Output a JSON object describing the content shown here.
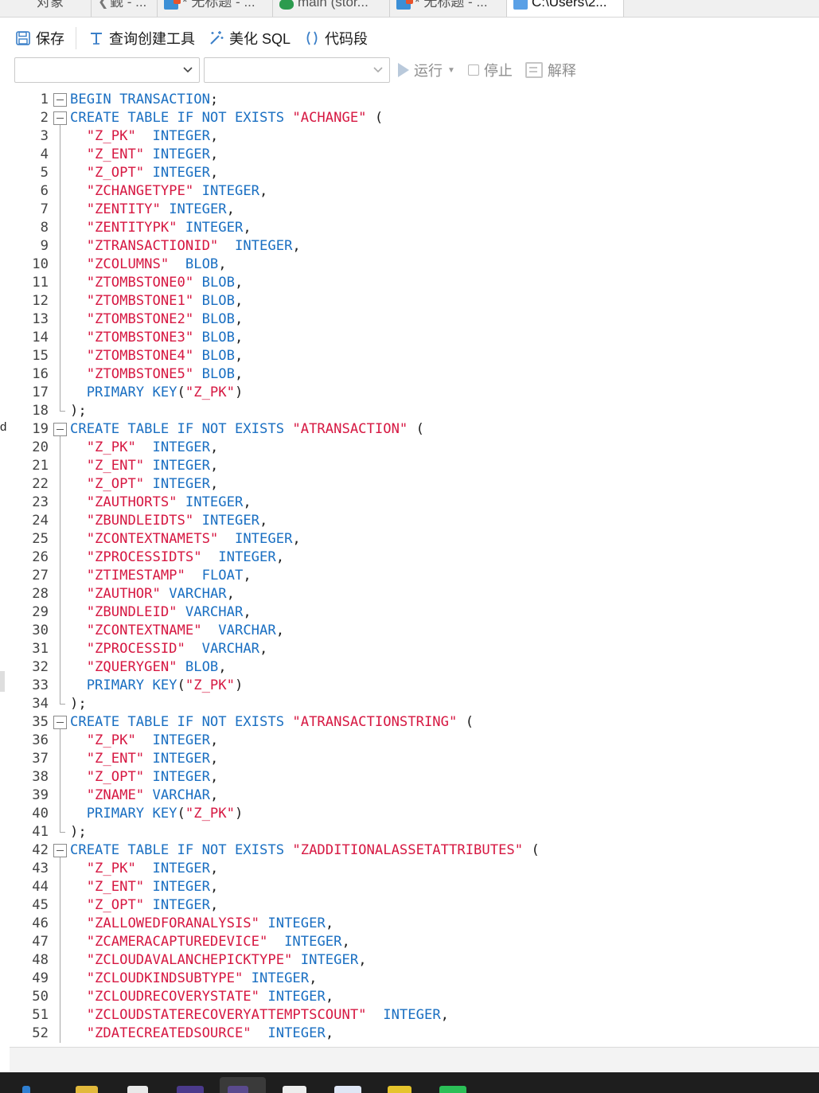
{
  "tabs": [
    {
      "label": "对象",
      "icon": "none",
      "active": false
    },
    {
      "label": "觐 - ...",
      "icon": "back-icon",
      "active": false
    },
    {
      "label": "* 无标题 - ...",
      "icon": "table-icon",
      "active": false
    },
    {
      "label": "main (stor...",
      "icon": "database-icon",
      "active": false
    },
    {
      "label": "* 无标题 - ...",
      "icon": "table-icon",
      "active": false
    },
    {
      "label": "C:\\Users\\2...",
      "icon": "file-icon",
      "active": true
    }
  ],
  "toolbar": {
    "save": "保存",
    "query_builder": "查询创建工具",
    "beautify": "美化 SQL",
    "snippet": "代码段"
  },
  "selectors": {
    "connection_value": "",
    "database_value": ""
  },
  "runbar": {
    "run": "运行",
    "stop": "停止",
    "explain": "解释"
  },
  "colors": {
    "keyword": "#1a6fc2",
    "string": "#d61842",
    "punctuation": "#1f1f1f",
    "line_number": "#444444"
  },
  "edge": {
    "letter": "d"
  },
  "code": [
    {
      "n": "1",
      "fold": "start",
      "t": [
        [
          "kw",
          "BEGIN TRANSACTION"
        ],
        [
          "pun",
          ";"
        ]
      ]
    },
    {
      "n": "2",
      "fold": "start",
      "t": [
        [
          "kw",
          "CREATE TABLE IF NOT EXISTS "
        ],
        [
          "str",
          "\"ACHANGE\""
        ],
        [
          "pun",
          " ("
        ]
      ]
    },
    {
      "n": "3",
      "fold": "line",
      "t": [
        [
          "pun",
          "  "
        ],
        [
          "str",
          "\"Z_PK\""
        ],
        [
          "pun",
          "  "
        ],
        [
          "kw",
          "INTEGER"
        ],
        [
          "pun",
          ","
        ]
      ]
    },
    {
      "n": "4",
      "fold": "line",
      "t": [
        [
          "pun",
          "  "
        ],
        [
          "str",
          "\"Z_ENT\""
        ],
        [
          "pun",
          " "
        ],
        [
          "kw",
          "INTEGER"
        ],
        [
          "pun",
          ","
        ]
      ]
    },
    {
      "n": "5",
      "fold": "line",
      "t": [
        [
          "pun",
          "  "
        ],
        [
          "str",
          "\"Z_OPT\""
        ],
        [
          "pun",
          " "
        ],
        [
          "kw",
          "INTEGER"
        ],
        [
          "pun",
          ","
        ]
      ]
    },
    {
      "n": "6",
      "fold": "line",
      "t": [
        [
          "pun",
          "  "
        ],
        [
          "str",
          "\"ZCHANGETYPE\""
        ],
        [
          "pun",
          " "
        ],
        [
          "kw",
          "INTEGER"
        ],
        [
          "pun",
          ","
        ]
      ]
    },
    {
      "n": "7",
      "fold": "line",
      "t": [
        [
          "pun",
          "  "
        ],
        [
          "str",
          "\"ZENTITY\""
        ],
        [
          "pun",
          " "
        ],
        [
          "kw",
          "INTEGER"
        ],
        [
          "pun",
          ","
        ]
      ]
    },
    {
      "n": "8",
      "fold": "line",
      "t": [
        [
          "pun",
          "  "
        ],
        [
          "str",
          "\"ZENTITYPK\""
        ],
        [
          "pun",
          " "
        ],
        [
          "kw",
          "INTEGER"
        ],
        [
          "pun",
          ","
        ]
      ]
    },
    {
      "n": "9",
      "fold": "line",
      "t": [
        [
          "pun",
          "  "
        ],
        [
          "str",
          "\"ZTRANSACTIONID\""
        ],
        [
          "pun",
          "  "
        ],
        [
          "kw",
          "INTEGER"
        ],
        [
          "pun",
          ","
        ]
      ]
    },
    {
      "n": "10",
      "fold": "line",
      "t": [
        [
          "pun",
          "  "
        ],
        [
          "str",
          "\"ZCOLUMNS\""
        ],
        [
          "pun",
          "  "
        ],
        [
          "kw",
          "BLOB"
        ],
        [
          "pun",
          ","
        ]
      ]
    },
    {
      "n": "11",
      "fold": "line",
      "t": [
        [
          "pun",
          "  "
        ],
        [
          "str",
          "\"ZTOMBSTONE0\""
        ],
        [
          "pun",
          " "
        ],
        [
          "kw",
          "BLOB"
        ],
        [
          "pun",
          ","
        ]
      ]
    },
    {
      "n": "12",
      "fold": "line",
      "t": [
        [
          "pun",
          "  "
        ],
        [
          "str",
          "\"ZTOMBSTONE1\""
        ],
        [
          "pun",
          " "
        ],
        [
          "kw",
          "BLOB"
        ],
        [
          "pun",
          ","
        ]
      ]
    },
    {
      "n": "13",
      "fold": "line",
      "t": [
        [
          "pun",
          "  "
        ],
        [
          "str",
          "\"ZTOMBSTONE2\""
        ],
        [
          "pun",
          " "
        ],
        [
          "kw",
          "BLOB"
        ],
        [
          "pun",
          ","
        ]
      ]
    },
    {
      "n": "14",
      "fold": "line",
      "t": [
        [
          "pun",
          "  "
        ],
        [
          "str",
          "\"ZTOMBSTONE3\""
        ],
        [
          "pun",
          " "
        ],
        [
          "kw",
          "BLOB"
        ],
        [
          "pun",
          ","
        ]
      ]
    },
    {
      "n": "15",
      "fold": "line",
      "t": [
        [
          "pun",
          "  "
        ],
        [
          "str",
          "\"ZTOMBSTONE4\""
        ],
        [
          "pun",
          " "
        ],
        [
          "kw",
          "BLOB"
        ],
        [
          "pun",
          ","
        ]
      ]
    },
    {
      "n": "16",
      "fold": "line",
      "t": [
        [
          "pun",
          "  "
        ],
        [
          "str",
          "\"ZTOMBSTONE5\""
        ],
        [
          "pun",
          " "
        ],
        [
          "kw",
          "BLOB"
        ],
        [
          "pun",
          ","
        ]
      ]
    },
    {
      "n": "17",
      "fold": "line",
      "t": [
        [
          "pun",
          "  "
        ],
        [
          "kw",
          "PRIMARY KEY"
        ],
        [
          "pun",
          "("
        ],
        [
          "str",
          "\"Z_PK\""
        ],
        [
          "pun",
          ")"
        ]
      ]
    },
    {
      "n": "18",
      "fold": "end",
      "t": [
        [
          "pun",
          ");"
        ]
      ]
    },
    {
      "n": "19",
      "fold": "start",
      "t": [
        [
          "kw",
          "CREATE TABLE IF NOT EXISTS "
        ],
        [
          "str",
          "\"ATRANSACTION\""
        ],
        [
          "pun",
          " ("
        ]
      ]
    },
    {
      "n": "20",
      "fold": "line",
      "t": [
        [
          "pun",
          "  "
        ],
        [
          "str",
          "\"Z_PK\""
        ],
        [
          "pun",
          "  "
        ],
        [
          "kw",
          "INTEGER"
        ],
        [
          "pun",
          ","
        ]
      ]
    },
    {
      "n": "21",
      "fold": "line",
      "t": [
        [
          "pun",
          "  "
        ],
        [
          "str",
          "\"Z_ENT\""
        ],
        [
          "pun",
          " "
        ],
        [
          "kw",
          "INTEGER"
        ],
        [
          "pun",
          ","
        ]
      ]
    },
    {
      "n": "22",
      "fold": "line",
      "t": [
        [
          "pun",
          "  "
        ],
        [
          "str",
          "\"Z_OPT\""
        ],
        [
          "pun",
          " "
        ],
        [
          "kw",
          "INTEGER"
        ],
        [
          "pun",
          ","
        ]
      ]
    },
    {
      "n": "23",
      "fold": "line",
      "t": [
        [
          "pun",
          "  "
        ],
        [
          "str",
          "\"ZAUTHORTS\""
        ],
        [
          "pun",
          " "
        ],
        [
          "kw",
          "INTEGER"
        ],
        [
          "pun",
          ","
        ]
      ]
    },
    {
      "n": "24",
      "fold": "line",
      "t": [
        [
          "pun",
          "  "
        ],
        [
          "str",
          "\"ZBUNDLEIDTS\""
        ],
        [
          "pun",
          " "
        ],
        [
          "kw",
          "INTEGER"
        ],
        [
          "pun",
          ","
        ]
      ]
    },
    {
      "n": "25",
      "fold": "line",
      "t": [
        [
          "pun",
          "  "
        ],
        [
          "str",
          "\"ZCONTEXTNAMETS\""
        ],
        [
          "pun",
          "  "
        ],
        [
          "kw",
          "INTEGER"
        ],
        [
          "pun",
          ","
        ]
      ]
    },
    {
      "n": "26",
      "fold": "line",
      "t": [
        [
          "pun",
          "  "
        ],
        [
          "str",
          "\"ZPROCESSIDTS\""
        ],
        [
          "pun",
          "  "
        ],
        [
          "kw",
          "INTEGER"
        ],
        [
          "pun",
          ","
        ]
      ]
    },
    {
      "n": "27",
      "fold": "line",
      "t": [
        [
          "pun",
          "  "
        ],
        [
          "str",
          "\"ZTIMESTAMP\""
        ],
        [
          "pun",
          "  "
        ],
        [
          "kw",
          "FLOAT"
        ],
        [
          "pun",
          ","
        ]
      ]
    },
    {
      "n": "28",
      "fold": "line",
      "t": [
        [
          "pun",
          "  "
        ],
        [
          "str",
          "\"ZAUTHOR\""
        ],
        [
          "pun",
          " "
        ],
        [
          "kw",
          "VARCHAR"
        ],
        [
          "pun",
          ","
        ]
      ]
    },
    {
      "n": "29",
      "fold": "line",
      "t": [
        [
          "pun",
          "  "
        ],
        [
          "str",
          "\"ZBUNDLEID\""
        ],
        [
          "pun",
          " "
        ],
        [
          "kw",
          "VARCHAR"
        ],
        [
          "pun",
          ","
        ]
      ]
    },
    {
      "n": "30",
      "fold": "line",
      "t": [
        [
          "pun",
          "  "
        ],
        [
          "str",
          "\"ZCONTEXTNAME\""
        ],
        [
          "pun",
          "  "
        ],
        [
          "kw",
          "VARCHAR"
        ],
        [
          "pun",
          ","
        ]
      ]
    },
    {
      "n": "31",
      "fold": "line",
      "t": [
        [
          "pun",
          "  "
        ],
        [
          "str",
          "\"ZPROCESSID\""
        ],
        [
          "pun",
          "  "
        ],
        [
          "kw",
          "VARCHAR"
        ],
        [
          "pun",
          ","
        ]
      ]
    },
    {
      "n": "32",
      "fold": "line",
      "t": [
        [
          "pun",
          "  "
        ],
        [
          "str",
          "\"ZQUERYGEN\""
        ],
        [
          "pun",
          " "
        ],
        [
          "kw",
          "BLOB"
        ],
        [
          "pun",
          ","
        ]
      ]
    },
    {
      "n": "33",
      "fold": "line",
      "t": [
        [
          "pun",
          "  "
        ],
        [
          "kw",
          "PRIMARY KEY"
        ],
        [
          "pun",
          "("
        ],
        [
          "str",
          "\"Z_PK\""
        ],
        [
          "pun",
          ")"
        ]
      ]
    },
    {
      "n": "34",
      "fold": "end",
      "t": [
        [
          "pun",
          ");"
        ]
      ]
    },
    {
      "n": "35",
      "fold": "start",
      "t": [
        [
          "kw",
          "CREATE TABLE IF NOT EXISTS "
        ],
        [
          "str",
          "\"ATRANSACTIONSTRING\""
        ],
        [
          "pun",
          " ("
        ]
      ]
    },
    {
      "n": "36",
      "fold": "line",
      "t": [
        [
          "pun",
          "  "
        ],
        [
          "str",
          "\"Z_PK\""
        ],
        [
          "pun",
          "  "
        ],
        [
          "kw",
          "INTEGER"
        ],
        [
          "pun",
          ","
        ]
      ]
    },
    {
      "n": "37",
      "fold": "line",
      "t": [
        [
          "pun",
          "  "
        ],
        [
          "str",
          "\"Z_ENT\""
        ],
        [
          "pun",
          " "
        ],
        [
          "kw",
          "INTEGER"
        ],
        [
          "pun",
          ","
        ]
      ]
    },
    {
      "n": "38",
      "fold": "line",
      "t": [
        [
          "pun",
          "  "
        ],
        [
          "str",
          "\"Z_OPT\""
        ],
        [
          "pun",
          " "
        ],
        [
          "kw",
          "INTEGER"
        ],
        [
          "pun",
          ","
        ]
      ]
    },
    {
      "n": "39",
      "fold": "line",
      "t": [
        [
          "pun",
          "  "
        ],
        [
          "str",
          "\"ZNAME\""
        ],
        [
          "pun",
          " "
        ],
        [
          "kw",
          "VARCHAR"
        ],
        [
          "pun",
          ","
        ]
      ]
    },
    {
      "n": "40",
      "fold": "line",
      "t": [
        [
          "pun",
          "  "
        ],
        [
          "kw",
          "PRIMARY KEY"
        ],
        [
          "pun",
          "("
        ],
        [
          "str",
          "\"Z_PK\""
        ],
        [
          "pun",
          ")"
        ]
      ]
    },
    {
      "n": "41",
      "fold": "end",
      "t": [
        [
          "pun",
          ");"
        ]
      ]
    },
    {
      "n": "42",
      "fold": "start",
      "t": [
        [
          "kw",
          "CREATE TABLE IF NOT EXISTS "
        ],
        [
          "str",
          "\"ZADDITIONALASSETATTRIBUTES\""
        ],
        [
          "pun",
          " ("
        ]
      ]
    },
    {
      "n": "43",
      "fold": "line",
      "t": [
        [
          "pun",
          "  "
        ],
        [
          "str",
          "\"Z_PK\""
        ],
        [
          "pun",
          "  "
        ],
        [
          "kw",
          "INTEGER"
        ],
        [
          "pun",
          ","
        ]
      ]
    },
    {
      "n": "44",
      "fold": "line",
      "t": [
        [
          "pun",
          "  "
        ],
        [
          "str",
          "\"Z_ENT\""
        ],
        [
          "pun",
          " "
        ],
        [
          "kw",
          "INTEGER"
        ],
        [
          "pun",
          ","
        ]
      ]
    },
    {
      "n": "45",
      "fold": "line",
      "t": [
        [
          "pun",
          "  "
        ],
        [
          "str",
          "\"Z_OPT\""
        ],
        [
          "pun",
          " "
        ],
        [
          "kw",
          "INTEGER"
        ],
        [
          "pun",
          ","
        ]
      ]
    },
    {
      "n": "46",
      "fold": "line",
      "t": [
        [
          "pun",
          "  "
        ],
        [
          "str",
          "\"ZALLOWEDFORANALYSIS\""
        ],
        [
          "pun",
          " "
        ],
        [
          "kw",
          "INTEGER"
        ],
        [
          "pun",
          ","
        ]
      ]
    },
    {
      "n": "47",
      "fold": "line",
      "t": [
        [
          "pun",
          "  "
        ],
        [
          "str",
          "\"ZCAMERACAPTUREDEVICE\""
        ],
        [
          "pun",
          "  "
        ],
        [
          "kw",
          "INTEGER"
        ],
        [
          "pun",
          ","
        ]
      ]
    },
    {
      "n": "48",
      "fold": "line",
      "t": [
        [
          "pun",
          "  "
        ],
        [
          "str",
          "\"ZCLOUDAVALANCHEPICKTYPE\""
        ],
        [
          "pun",
          " "
        ],
        [
          "kw",
          "INTEGER"
        ],
        [
          "pun",
          ","
        ]
      ]
    },
    {
      "n": "49",
      "fold": "line",
      "t": [
        [
          "pun",
          "  "
        ],
        [
          "str",
          "\"ZCLOUDKINDSUBTYPE\""
        ],
        [
          "pun",
          " "
        ],
        [
          "kw",
          "INTEGER"
        ],
        [
          "pun",
          ","
        ]
      ]
    },
    {
      "n": "50",
      "fold": "line",
      "t": [
        [
          "pun",
          "  "
        ],
        [
          "str",
          "\"ZCLOUDRECOVERYSTATE\""
        ],
        [
          "pun",
          " "
        ],
        [
          "kw",
          "INTEGER"
        ],
        [
          "pun",
          ","
        ]
      ]
    },
    {
      "n": "51",
      "fold": "line",
      "t": [
        [
          "pun",
          "  "
        ],
        [
          "str",
          "\"ZCLOUDSTATERECOVERYATTEMPTSCOUNT\""
        ],
        [
          "pun",
          "  "
        ],
        [
          "kw",
          "INTEGER"
        ],
        [
          "pun",
          ","
        ]
      ]
    },
    {
      "n": "52",
      "fold": "line",
      "t": [
        [
          "pun",
          "  "
        ],
        [
          "str",
          "\"ZDATECREATEDSOURCE\""
        ],
        [
          "pun",
          "  "
        ],
        [
          "kw",
          "INTEGER"
        ],
        [
          "pun",
          ","
        ]
      ]
    }
  ]
}
